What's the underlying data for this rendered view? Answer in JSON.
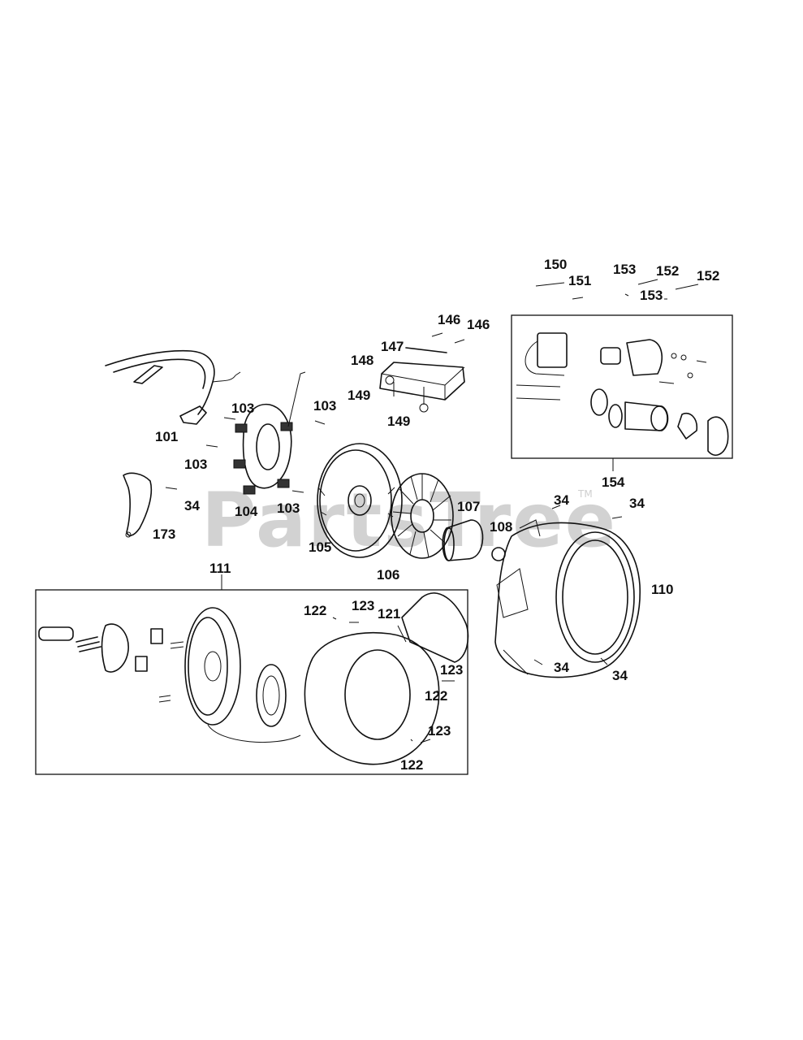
{
  "watermark": {
    "text": "PartsTree",
    "trademark": "TM"
  },
  "labels": {
    "l34a": "34",
    "l34b": "34",
    "l34c": "34",
    "l34d": "34",
    "l34e": "34",
    "l101": "101",
    "l103a": "103",
    "l103b": "103",
    "l103c": "103",
    "l103d": "103",
    "l104": "104",
    "l105": "105",
    "l106": "106",
    "l107": "107",
    "l108": "108",
    "l110": "110",
    "l111": "111",
    "l121": "121",
    "l122a": "122",
    "l122b": "122",
    "l122c": "122",
    "l123a": "123",
    "l123b": "123",
    "l123c": "123",
    "l146a": "146",
    "l146b": "146",
    "l147": "147",
    "l148": "148",
    "l149a": "149",
    "l149b": "149",
    "l150": "150",
    "l151": "151",
    "l152a": "152",
    "l152b": "152",
    "l153a": "153",
    "l153b": "153",
    "l154": "154",
    "l173": "173"
  }
}
